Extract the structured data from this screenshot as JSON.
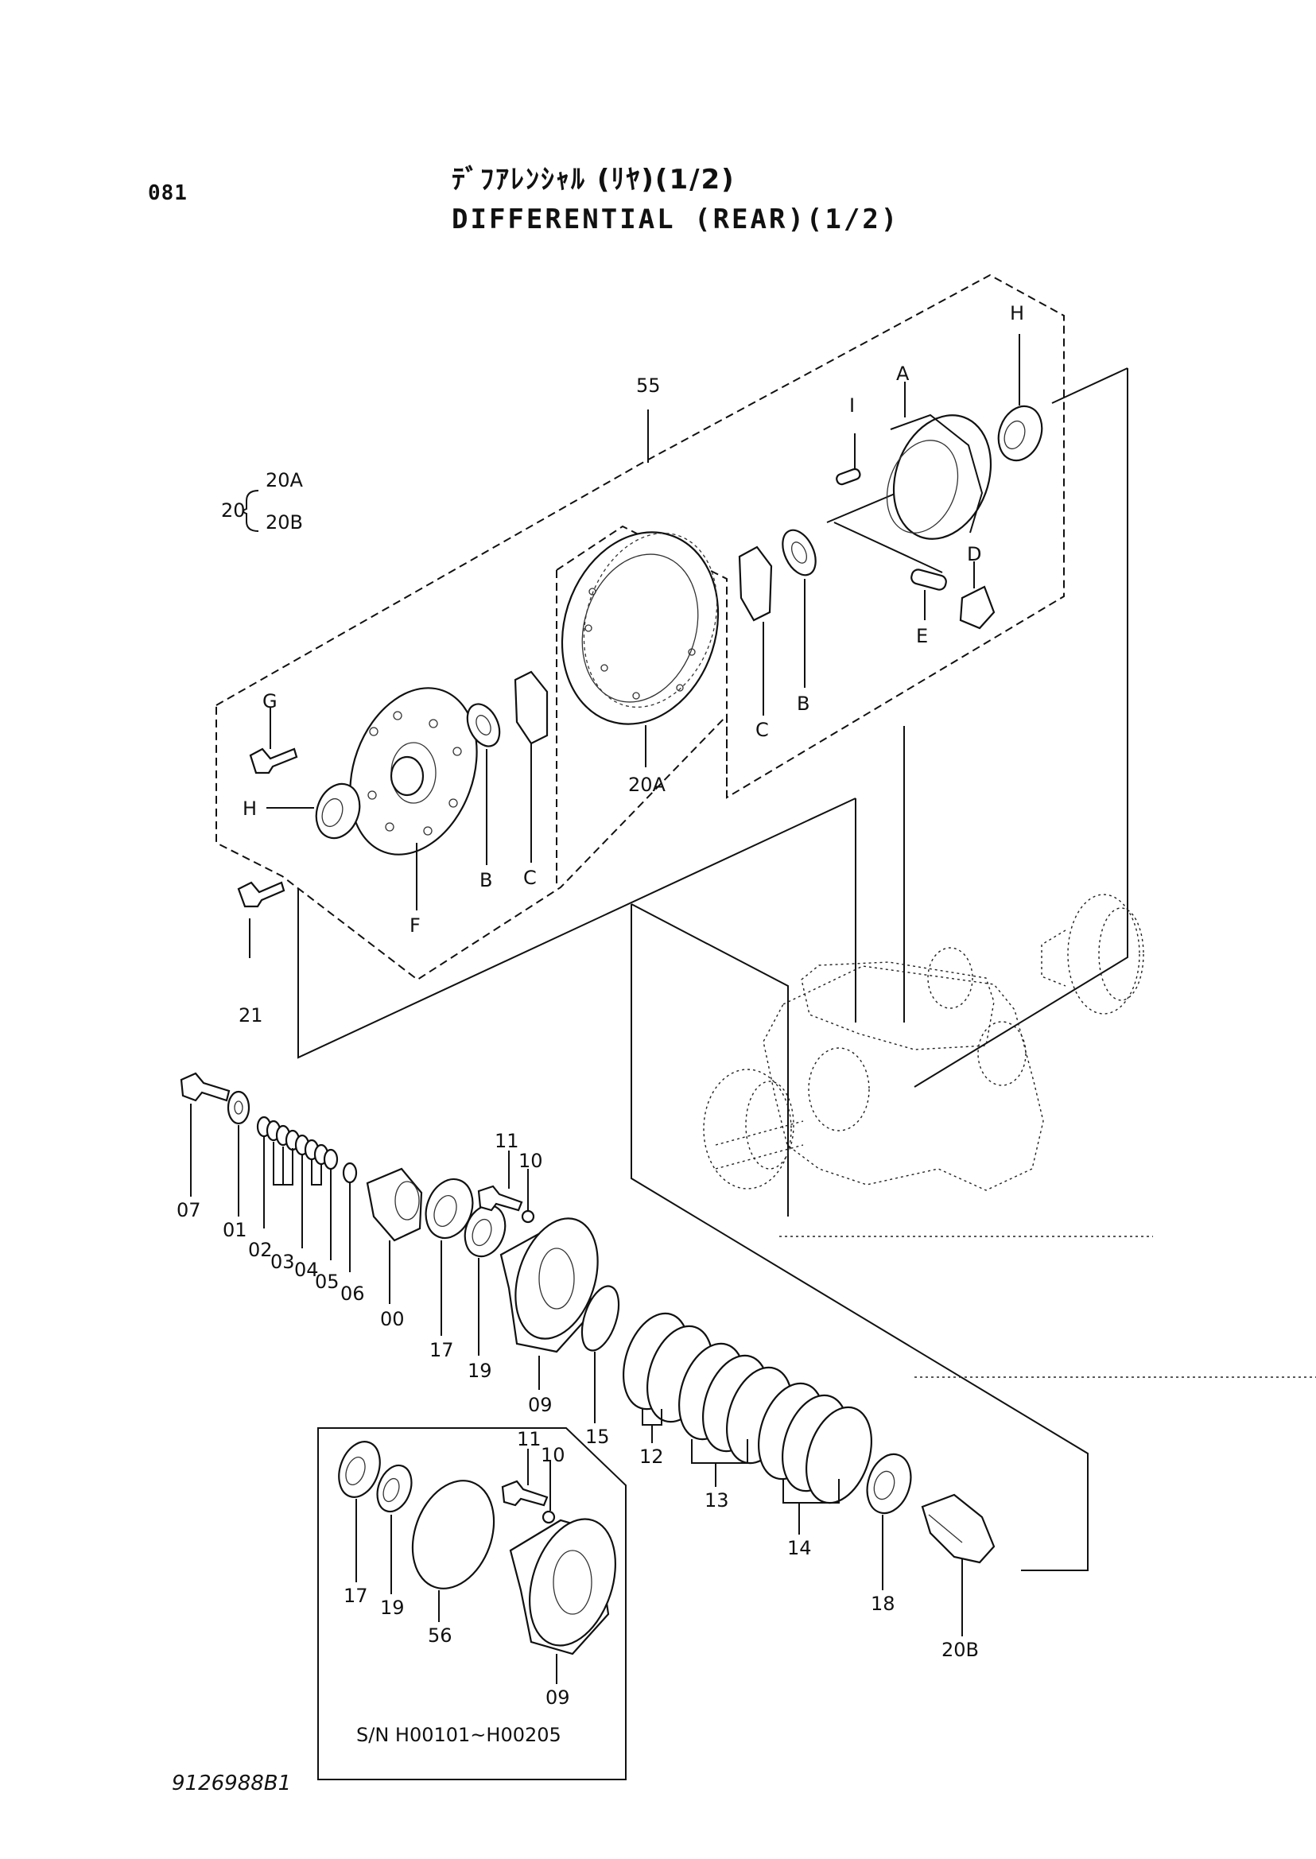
{
  "page_number": "081",
  "title_jp": "ﾃﾞﾌｱﾚﾝｼｬﾙ (ﾘﾔ)(1/2)",
  "title_en": "DIFFERENTIAL (REAR)(1/2)",
  "document_code": "9126988B1",
  "serial_range": "S/N  H00101~H00205",
  "group_20": {
    "label": "20",
    "sub_a": "20A",
    "sub_b": "20B"
  },
  "callouts": {
    "p55": "55",
    "pA": "A",
    "pB": "B",
    "pC": "C",
    "pD": "D",
    "pE": "E",
    "pF": "F",
    "pG": "G",
    "pH": "H",
    "pI": "I",
    "p20A": "20A",
    "p20B": "20B",
    "p21": "21",
    "p00": "00",
    "p01": "01",
    "p02": "02",
    "p03": "03",
    "p04": "04",
    "p05": "05",
    "p06": "06",
    "p07": "07",
    "p09": "09",
    "p10": "10",
    "p11": "11",
    "p12": "12",
    "p13": "13",
    "p14": "14",
    "p15": "15",
    "p17": "17",
    "p18": "18",
    "p19": "19",
    "p56": "56"
  }
}
